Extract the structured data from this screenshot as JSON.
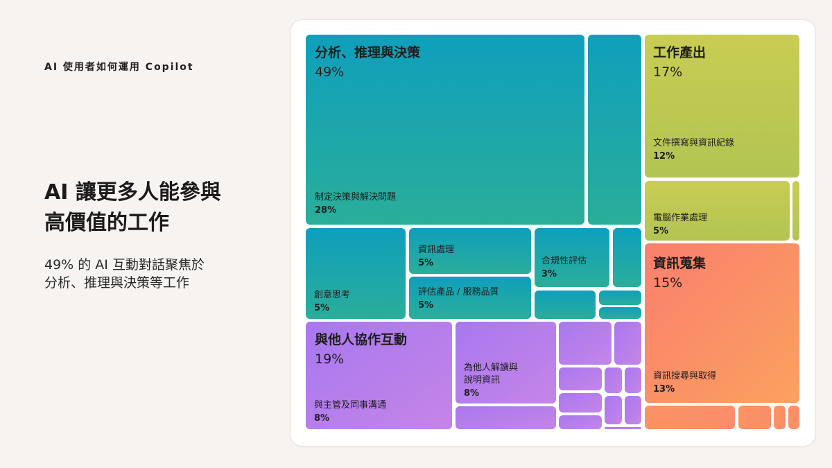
{
  "header": {
    "eyebrow": "AI 使用者如何運用 Copilot",
    "headline_line1": "AI 讓更多人能參與",
    "headline_line2": "高價值的工作",
    "subline_line1": "49% 的 AI 互動對話聚焦於",
    "subline_line2": "分析、推理與決策等工作"
  },
  "colors": {
    "background": "#f7f3f1",
    "card": "#ffffff",
    "teal_top": "#0f9fbc",
    "teal_bottom": "#2aae9a",
    "lime_top": "#c9cd52",
    "lime_bottom": "#b2c452",
    "orange": "#fb8e6a",
    "orange_light": "#fba15e",
    "purple": "#ae77ec",
    "purple_light": "#c089e6"
  },
  "chart_data": {
    "type": "treemap",
    "groups": [
      {
        "name": "分析、推理與決策",
        "pct": "49%",
        "value": 49,
        "children": [
          {
            "name": "制定決策與解決問題",
            "pct": "28%",
            "value": 28
          },
          {
            "name": "創意思考",
            "pct": "5%",
            "value": 5
          },
          {
            "name": "資訊處理",
            "pct": "5%",
            "value": 5
          },
          {
            "name": "評估產品 / 服務品質",
            "pct": "5%",
            "value": 5
          },
          {
            "name": "合規性評估",
            "pct": "3%",
            "value": 3
          }
        ]
      },
      {
        "name": "工作產出",
        "pct": "17%",
        "value": 17,
        "children": [
          {
            "name": "文件撰寫與資訊紀錄",
            "pct": "12%",
            "value": 12
          },
          {
            "name": "電腦作業處理",
            "pct": "5%",
            "value": 5
          }
        ]
      },
      {
        "name": "資訊蒐集",
        "pct": "15%",
        "value": 15,
        "children": [
          {
            "name": "資訊搜尋與取得",
            "pct": "13%",
            "value": 13
          }
        ]
      },
      {
        "name": "與他人協作互動",
        "pct": "19%",
        "value": 19,
        "children": [
          {
            "name": "與主管及同事溝通",
            "pct": "8%",
            "value": 8
          },
          {
            "name": "為他人解讀與說明資訊",
            "pct": "8%",
            "value": 8
          }
        ]
      }
    ]
  }
}
